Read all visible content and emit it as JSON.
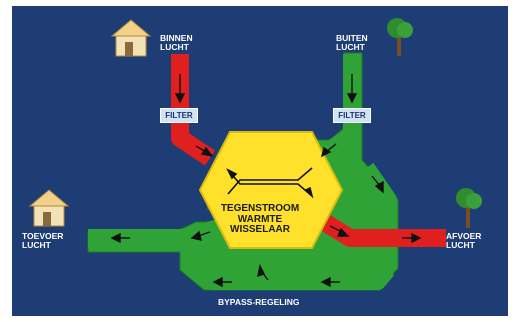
{
  "colors": {
    "background": "#1d3d74",
    "frame": "#ffffff",
    "warm_air": "#e0201f",
    "fresh_air": "#2fa336",
    "exchanger": "#ffe02b",
    "filter_tag": "#cfe3f3",
    "arrow": "#111111"
  },
  "labels": {
    "binnen_lucht": [
      "BINNEN",
      "LUCHT"
    ],
    "buiten_lucht": [
      "BUITEN",
      "LUCHT"
    ],
    "toevoer_lucht": [
      "TOEVOER",
      "LUCHT"
    ],
    "afvoer_lucht": [
      "AFVOER",
      "LUCHT"
    ],
    "filter_left": "FILTER",
    "filter_right": "FILTER",
    "exchanger": [
      "TEGENSTROOM",
      "WARMTE",
      "WISSELAAR"
    ],
    "bypass": "BYPASS-REGELING"
  },
  "icons": [
    "house-icon",
    "house-icon",
    "tree-icon",
    "tree-icon"
  ]
}
